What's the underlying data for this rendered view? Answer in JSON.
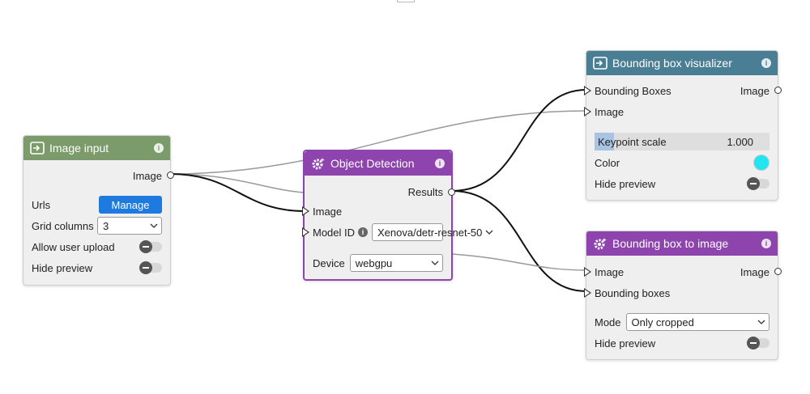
{
  "image_input": {
    "title": "Image input",
    "title_icon": "input-icon",
    "info_glyph": "i",
    "output_label": "Image",
    "urls_label": "Urls",
    "manage_label": "Manage",
    "grid_columns_label": "Grid columns",
    "grid_columns_value": "3",
    "allow_upload_label": "Allow user upload",
    "hide_preview_label": "Hide preview"
  },
  "object_detection": {
    "title": "Object Detection",
    "title_icon": "gear-sparkle-icon",
    "info_glyph": "i",
    "results_label": "Results",
    "image_label": "Image",
    "model_id_label": "Model ID",
    "model_id_value": "Xenova/detr-resnet-50",
    "device_label": "Device",
    "device_value": "webgpu"
  },
  "bbox_visualizer": {
    "title": "Bounding box visualizer",
    "title_icon": "output-icon",
    "info_glyph": "i",
    "bounding_boxes_label": "Bounding Boxes",
    "image_out_label": "Image",
    "image_in_label": "Image",
    "keypoint_label": "Keypoint scale",
    "keypoint_value": "1.000",
    "keypoint_fill_fraction": 0.11,
    "color_label": "Color",
    "color_value": "#22e5f2",
    "hide_preview_label": "Hide preview"
  },
  "bbox_to_image": {
    "title": "Bounding box to image",
    "title_icon": "gear-sparkle-icon",
    "info_glyph": "i",
    "image_in_label": "Image",
    "image_out_label": "Image",
    "bounding_boxes_label": "Bounding boxes",
    "mode_label": "Mode",
    "mode_value": "Only cropped",
    "hide_preview_label": "Hide preview"
  },
  "colors": {
    "green_header": "#7c9b6a",
    "purple_header": "#8e44ad",
    "teal_header": "#4a7e95",
    "button": "#1f7ae0"
  }
}
